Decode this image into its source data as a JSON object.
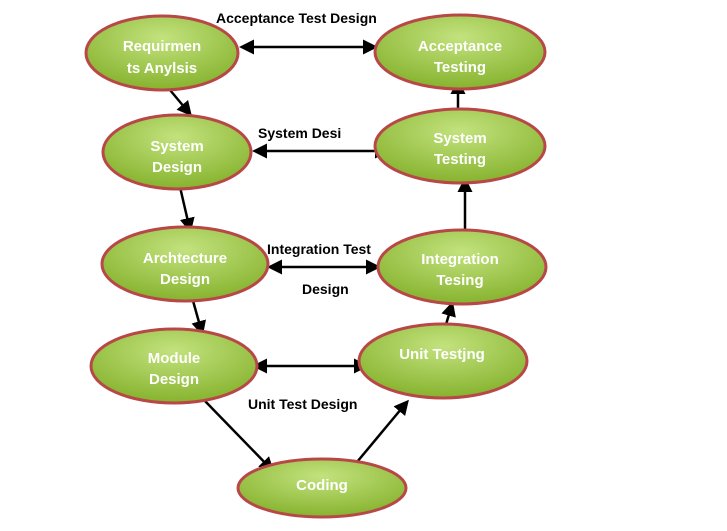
{
  "colors": {
    "node_fill_light": "#b5d96a",
    "node_fill_dark": "#86b32e",
    "node_border": "#b84848",
    "node_text": "#ffffff",
    "arrow": "#000000",
    "label_text": "#000000"
  },
  "nodes": {
    "requirements_analysis": {
      "lines": [
        "Requirmen",
        "ts Anylsis"
      ]
    },
    "acceptance_testing": {
      "lines": [
        "Acceptance",
        "Testing"
      ]
    },
    "system_design": {
      "lines": [
        "System",
        "Design"
      ]
    },
    "system_testing": {
      "lines": [
        "System",
        "Testing"
      ]
    },
    "architecture_design": {
      "lines": [
        "Archtecture",
        "Design"
      ]
    },
    "integration_testing": {
      "lines": [
        "Integration",
        "Tesing"
      ]
    },
    "module_design": {
      "lines": [
        "Module",
        "Design"
      ]
    },
    "unit_testing": {
      "lines": [
        "Unit Testjng"
      ]
    },
    "coding": {
      "lines": [
        "Coding"
      ]
    }
  },
  "edge_labels": {
    "acceptance_test_design": "Acceptance Test Design",
    "system_test_design": "System Desi",
    "integration_test_design_line1": "Integration Test",
    "integration_test_design_line2": "Design",
    "unit_test_design": "Unit Test Design"
  }
}
